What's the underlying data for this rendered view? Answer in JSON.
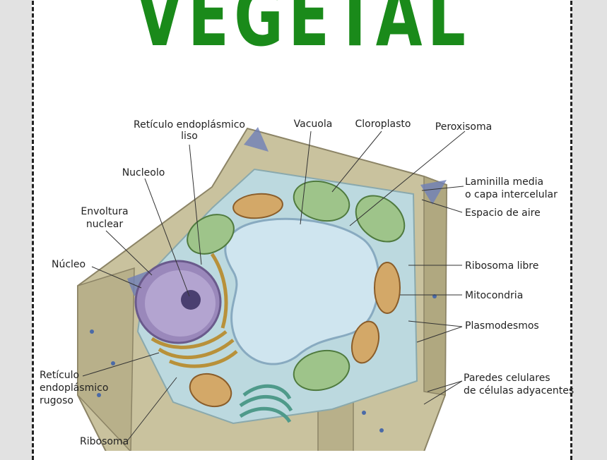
{
  "title": "VEGETAL",
  "colors": {
    "title": "#1a8a1a",
    "background": "#e2e2e2",
    "card": "#ffffff"
  },
  "labels": {
    "reticulo_liso_1": "Retículo endoplásmico",
    "reticulo_liso_2": "liso",
    "vacuola": "Vacuola",
    "cloroplasto": "Cloroplasto",
    "peroxisoma": "Peroxisoma",
    "nucleolo": "Nucleolo",
    "laminilla_1": "Laminilla media",
    "laminilla_2": "o capa intercelular",
    "envoltura_1": "Envoltura",
    "envoltura_2": "nuclear",
    "espacio_aire": "Espacio de aire",
    "nucleo": "Núcleo",
    "ribosoma_libre": "Ribosoma libre",
    "mitocondria": "Mitocondria",
    "plasmodesmos": "Plasmodesmos",
    "reticulo_rugoso_1": "Retículo",
    "reticulo_rugoso_2": "endoplásmico",
    "reticulo_rugoso_3": "rugoso",
    "paredes_1": "Paredes celulares",
    "paredes_2": "de células adyacentes",
    "ribosoma": "Ribosoma"
  }
}
